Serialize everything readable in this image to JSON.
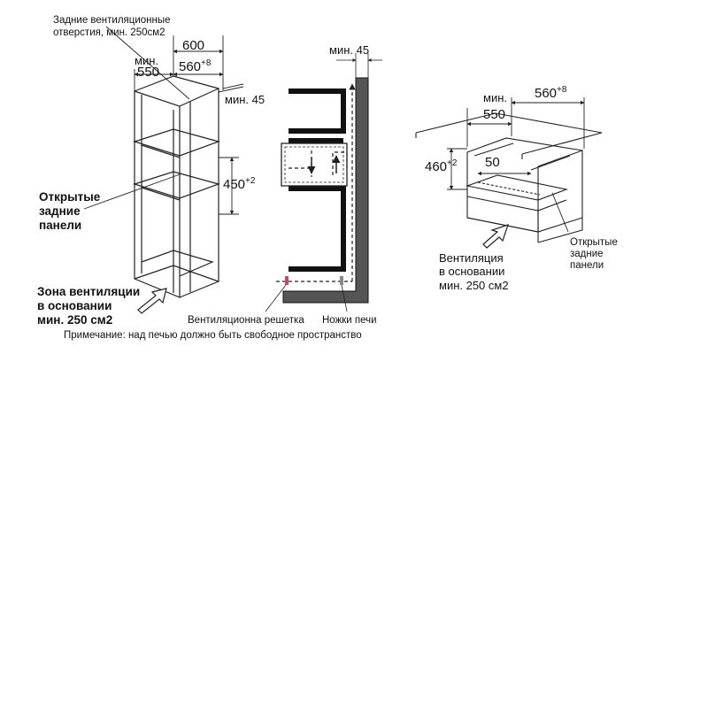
{
  "left_diagram": {
    "rear_vents": "Задние вентиляционные\nотверстия, мин. 250см2",
    "dim_600": "600",
    "dim_min": "мин.",
    "dim_550": "550",
    "dim_560": "560",
    "dim_560_sup": "+8",
    "dim_min45": "мин. 45",
    "dim_450": "450",
    "dim_450_sup": "+2",
    "open_panels": "Открытые\nзадние\nпанели",
    "base_zone": "Зона вентиляции\nв основании\nмин. 250 см2"
  },
  "middle_diagram": {
    "min45": "мин. 45",
    "grille": "Вентиляционна решетка",
    "feet": "Ножки печи"
  },
  "right_diagram": {
    "dim_min": "мин.",
    "dim_550": "550",
    "dim_560": "560",
    "dim_560_sup": "+8",
    "dim_460": "460",
    "dim_460_sup": "+2",
    "dim_50": "50",
    "open_panels": "Открытые\nзадние\nпанели",
    "base_vent": "Вентиляция\nв основании\nмин. 250 см2"
  },
  "note": "Примечание: над печью должно быть свободное пространство",
  "colors": {
    "line": "#222222",
    "wall": "#111111",
    "grille": "#c44a6a"
  }
}
